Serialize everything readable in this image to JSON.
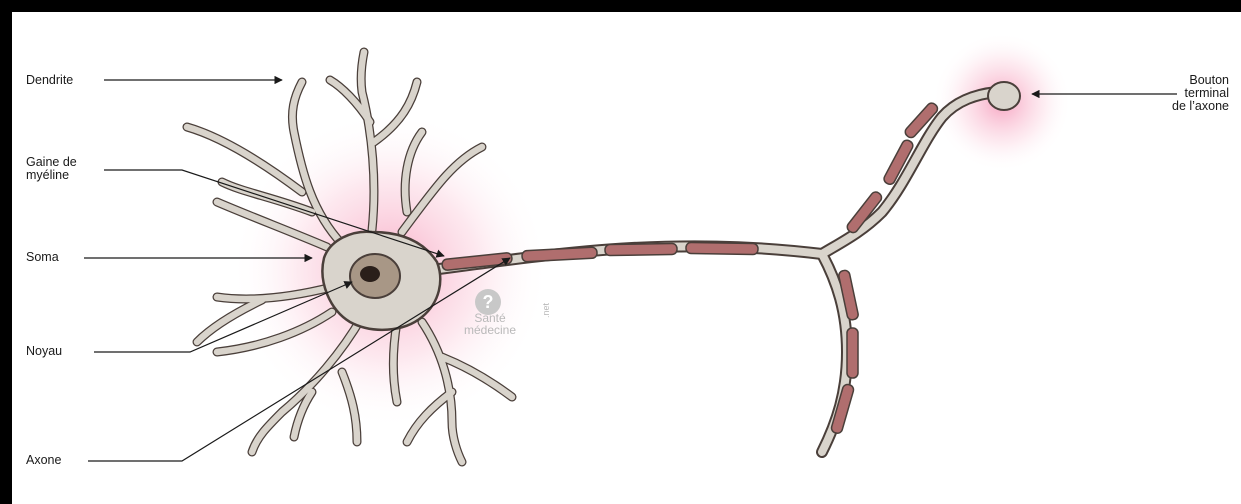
{
  "labels": {
    "dendrite": "Dendrite",
    "gaine_line1": "Gaine de",
    "gaine_line2": "myéline",
    "soma": "Soma",
    "noyau": "Noyau",
    "axone": "Axone",
    "bouton_line1": "Bouton",
    "bouton_line2": "terminal",
    "bouton_line3": "de l’axone"
  },
  "watermark": {
    "line1": "Santé",
    "line2": "médecine",
    "suffix": ".net",
    "icon": "question-mark-logo"
  },
  "colors": {
    "glow": "#f26a9a",
    "membrane": "#d9d4cc",
    "membrane_stroke": "#4a3f3a",
    "myelin": "#b06e6e",
    "nucleus": "#a89786",
    "nucleolus": "#2a1f1a"
  }
}
